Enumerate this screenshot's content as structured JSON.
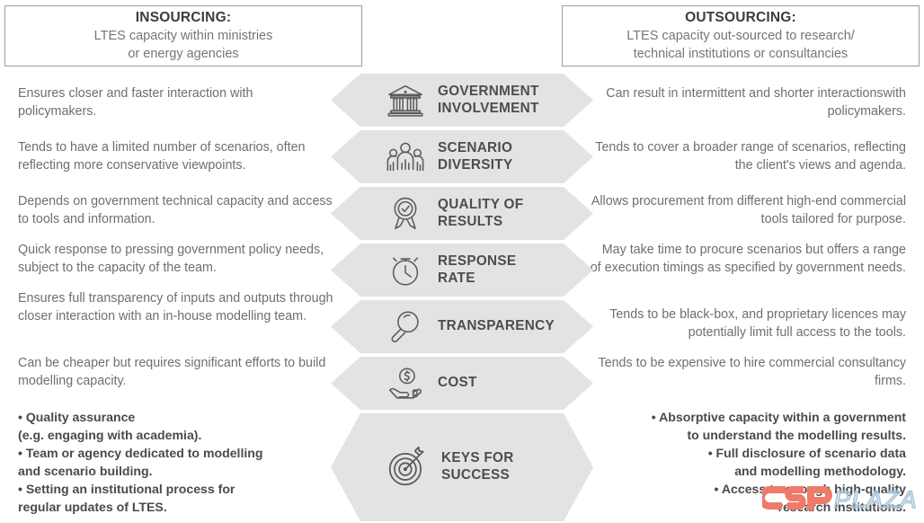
{
  "header": {
    "left": {
      "title": "INSOURCING:",
      "subtitle": "LTES capacity within ministries\nor energy agencies"
    },
    "right": {
      "title": "OUTSOURCING:",
      "subtitle": "LTES capacity out-sourced to research/\ntechnical institutions or consultancies"
    }
  },
  "rows": [
    {
      "icon": "government-building-icon",
      "label": "GOVERNMENT\nINVOLVEMENT",
      "left": "Ensures closer and faster interaction\nwith policymakers.",
      "right": "Can result in intermittent and shorter\ninteractionswith policymakers."
    },
    {
      "icon": "people-group-icon",
      "label": "SCENARIO\nDIVERSITY",
      "left": "Tends to have a limited number of scenarios,\noften reflecting more conservative viewpoints.",
      "right": "Tends to cover a broader range of scenarios,\nreflecting the client's views and agenda."
    },
    {
      "icon": "award-ribbon-check-icon",
      "label": "QUALITY OF\nRESULTS",
      "left": "Depends on government technical capacity\nand access to tools and information.",
      "right": "Allows procurement from different high-end\ncommercial tools tailored for purpose."
    },
    {
      "icon": "stopwatch-icon",
      "label": "RESPONSE\nRATE",
      "left": "Quick response to pressing government policy\nneeds, subject to the capacity of the team.",
      "right": "May take time to procure scenarios but offers\na range of execution timings as specified by\ngovernment needs."
    },
    {
      "icon": "magnifying-glass-icon",
      "label": "TRANSPARENCY",
      "left": "Ensures full transparency of inputs and\noutputs through closer interaction with\nan in-house modelling team.",
      "right": "Tends to be black-box, and proprietary licences\nmay potentially limit full access to the tools."
    },
    {
      "icon": "hand-holding-coin-icon",
      "label": "COST",
      "left": "Can be cheaper but requires significant efforts\nto build modelling capacity.",
      "right": "Tends to be expensive to hire\ncommercial consultancy firms."
    },
    {
      "icon": "target-dart-icon",
      "label": "KEYS FOR\nSUCCESS",
      "left": "• Quality assurance\n   (e.g. engaging with academia).\n• Team or agency dedicated to modelling\n   and scenario building.\n• Setting an institutional process for\n   regular updates of LTES.",
      "right": "• Absorptive capacity within a government\nto understand the modelling results.\n• Full disclosure of scenario data\nand modelling methodology.\n• Access to enough high-quality\nresearch institutions."
    }
  ],
  "watermark": {
    "text_primary": "CSP",
    "text_secondary": "PLAZA",
    "color_primary": "#ef7b6a",
    "color_secondary": "#a9c4d8"
  },
  "colors": {
    "chevron_fill": "#e2e3e3",
    "body_text": "#6f6f6f",
    "heading_text": "#3c3c3c",
    "label_text": "#4d4d4d",
    "border": "#9d9d9d",
    "background": "#ffffff"
  }
}
